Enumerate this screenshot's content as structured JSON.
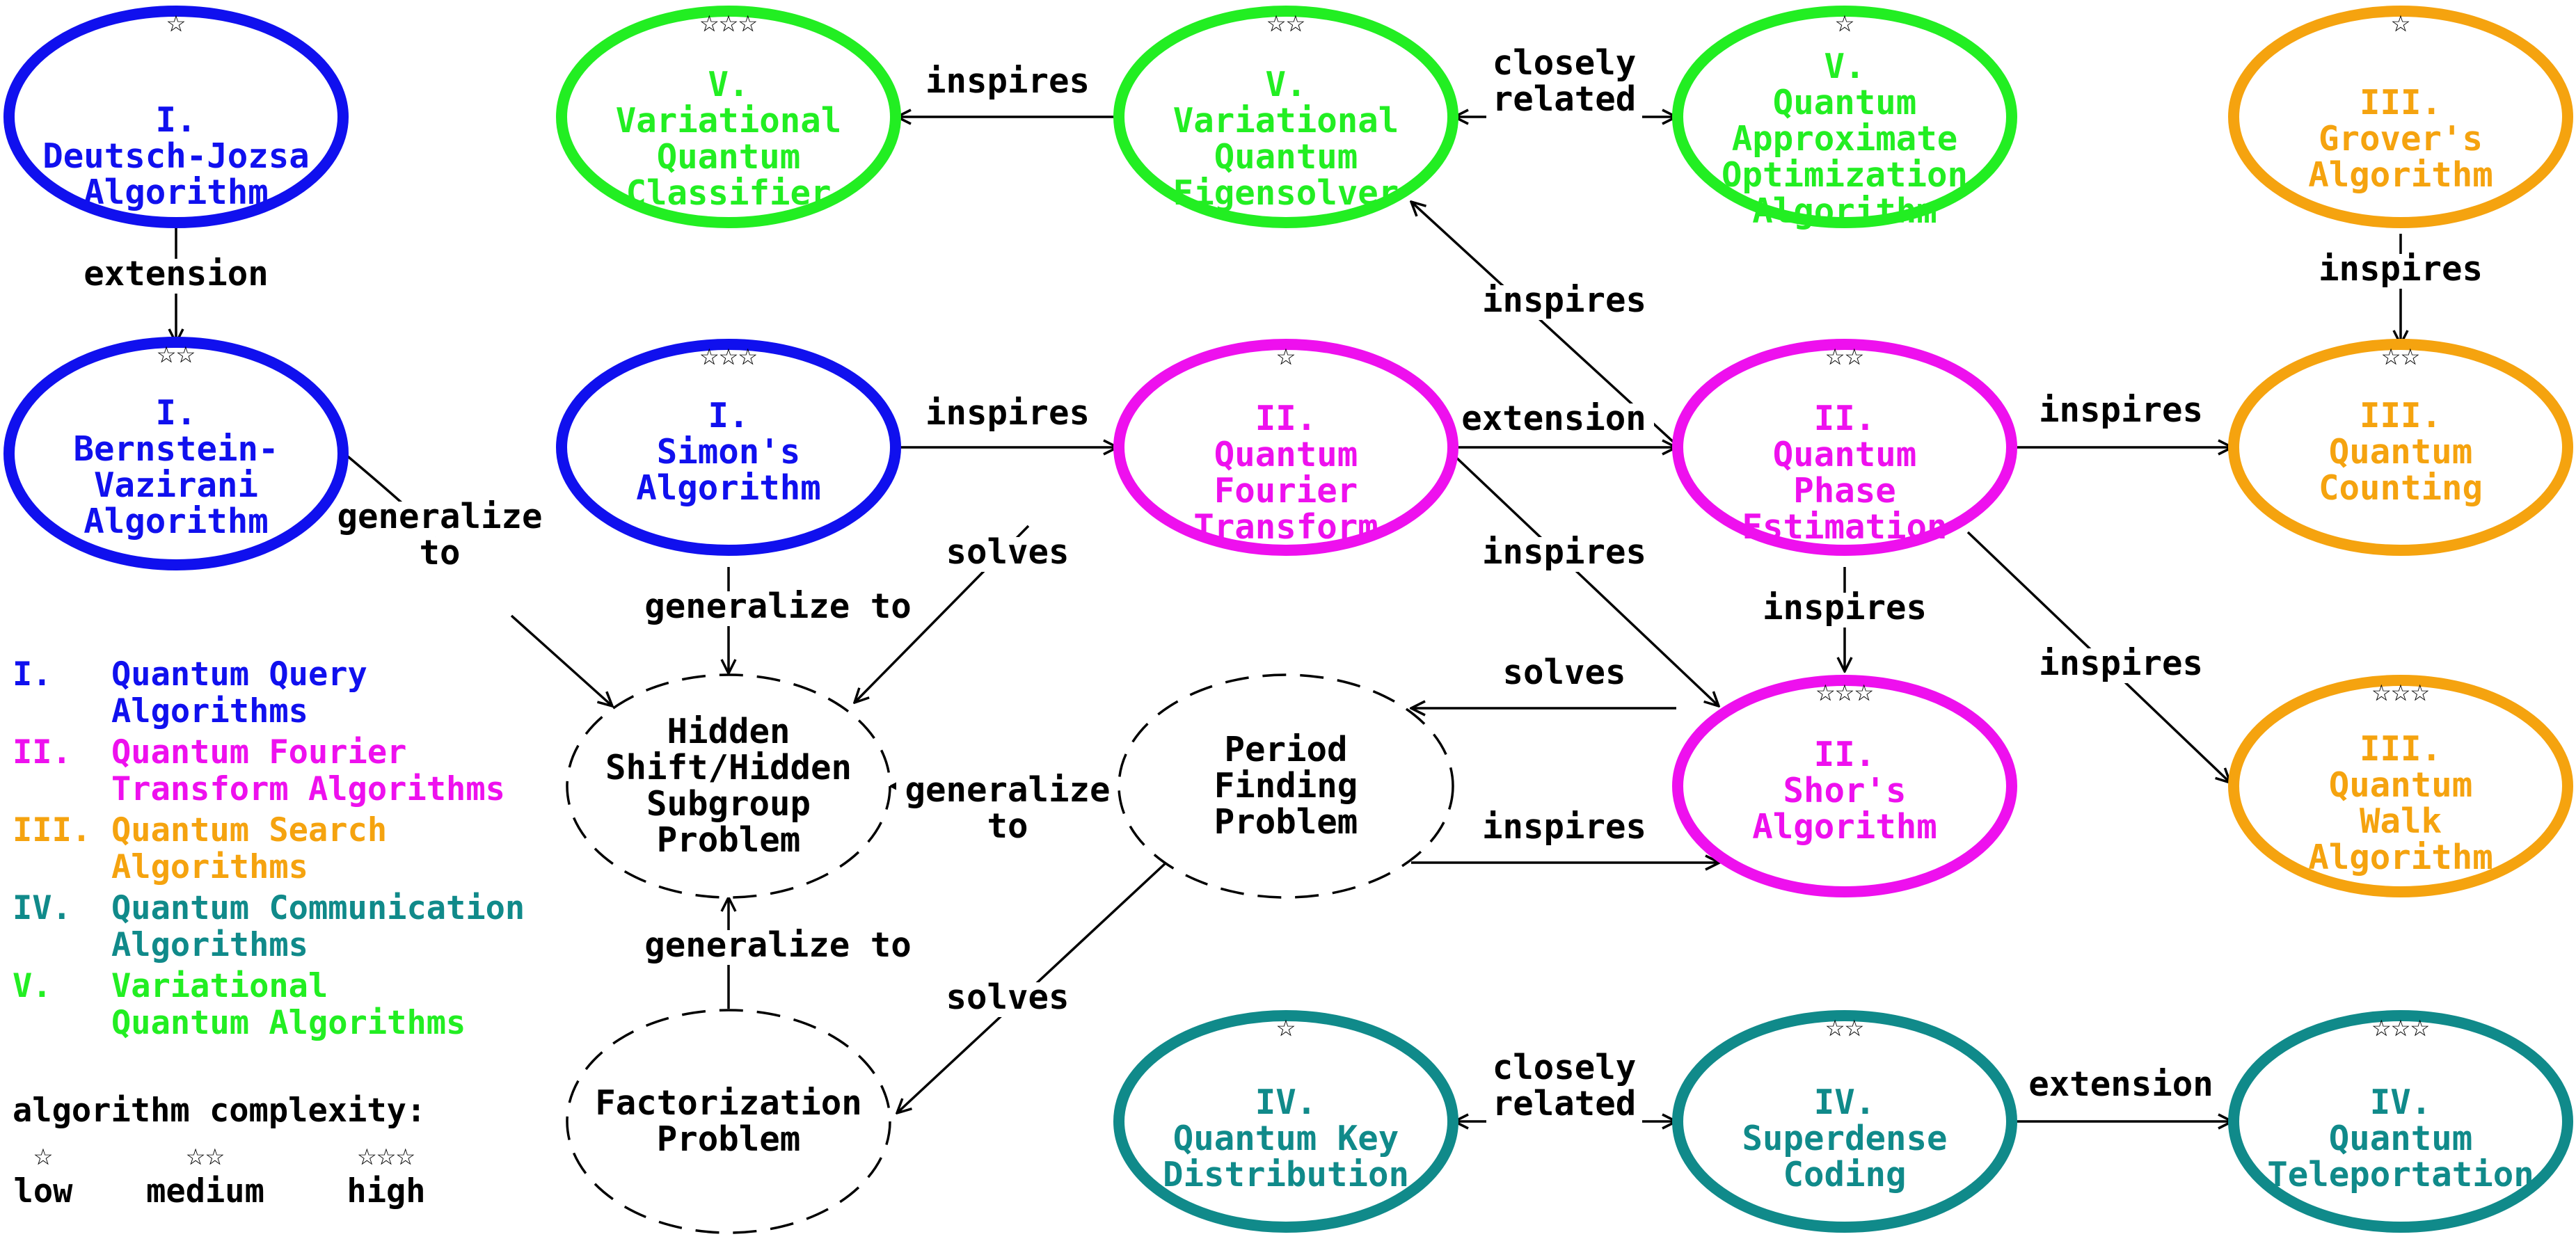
{
  "colors": {
    "I": "#1010ee",
    "II": "#ee10ee",
    "III": "#f5a30f",
    "IV": "#108a8a",
    "V": "#22ee22",
    "problem": "#000000"
  },
  "nodes": {
    "dj": {
      "lines": [
        "I.",
        "Deutsch-Jozsa",
        "Algorithm"
      ],
      "stars": "☆",
      "category": "I"
    },
    "bv": {
      "lines": [
        "I.",
        "Bernstein-",
        "Vazirani",
        "Algorithm"
      ],
      "stars": "☆☆",
      "category": "I"
    },
    "simon": {
      "lines": [
        "I.",
        "Simon's",
        "Algorithm"
      ],
      "stars": "☆☆☆",
      "category": "I"
    },
    "vqc": {
      "lines": [
        "V.",
        "Variational",
        "Quantum",
        "Classifier"
      ],
      "stars": "☆☆☆",
      "category": "V"
    },
    "vqe": {
      "lines": [
        "V.",
        "Variational",
        "Quantum",
        "Eigensolver"
      ],
      "stars": "☆☆",
      "category": "V"
    },
    "qaoa": {
      "lines": [
        "V.",
        "Quantum",
        "Approximate",
        "Optimization",
        "Algorithm"
      ],
      "stars": "☆",
      "category": "V"
    },
    "grover": {
      "lines": [
        "III.",
        "Grover's",
        "Algorithm"
      ],
      "stars": "☆",
      "category": "III"
    },
    "qft": {
      "lines": [
        "II.",
        "Quantum",
        "Fourier",
        "Transform"
      ],
      "stars": "☆",
      "category": "II"
    },
    "qpe": {
      "lines": [
        "II.",
        "Quantum",
        "Phase",
        "Estimation"
      ],
      "stars": "☆☆",
      "category": "II"
    },
    "qcount": {
      "lines": [
        "III.",
        "Quantum",
        "Counting"
      ],
      "stars": "☆☆",
      "category": "III"
    },
    "shor": {
      "lines": [
        "II.",
        "Shor's",
        "Algorithm"
      ],
      "stars": "☆☆☆",
      "category": "II"
    },
    "qwalk": {
      "lines": [
        "III.",
        "Quantum",
        "Walk",
        "Algorithm"
      ],
      "stars": "☆☆☆",
      "category": "III"
    },
    "hsp": {
      "lines": [
        "Hidden",
        "Shift/Hidden",
        "Subgroup",
        "Problem"
      ],
      "stars": "",
      "category": "problem"
    },
    "period": {
      "lines": [
        "Period",
        "Finding",
        "Problem"
      ],
      "stars": "",
      "category": "problem"
    },
    "factor": {
      "lines": [
        "Factorization",
        "Problem"
      ],
      "stars": "",
      "category": "problem"
    },
    "qkd": {
      "lines": [
        "IV.",
        "Quantum Key",
        "Distribution"
      ],
      "stars": "☆",
      "category": "IV"
    },
    "superdense": {
      "lines": [
        "IV.",
        "Superdense",
        "Coding"
      ],
      "stars": "☆☆",
      "category": "IV"
    },
    "teleport": {
      "lines": [
        "IV.",
        "Quantum",
        "Teleportation"
      ],
      "stars": "☆☆☆",
      "category": "IV"
    }
  },
  "edges": [
    {
      "id": "dj-bv",
      "lines": [
        "extension"
      ]
    },
    {
      "id": "vqe-vqc",
      "lines": [
        "inspires"
      ]
    },
    {
      "id": "vqe-qaoa",
      "lines": [
        "closely",
        "related"
      ]
    },
    {
      "id": "grover-qcount",
      "lines": [
        "inspires"
      ]
    },
    {
      "id": "qpe-vqe",
      "lines": [
        "inspires"
      ]
    },
    {
      "id": "simon-qft",
      "lines": [
        "inspires"
      ]
    },
    {
      "id": "qft-qpe",
      "lines": [
        "extension"
      ]
    },
    {
      "id": "qpe-qcount",
      "lines": [
        "inspires"
      ]
    },
    {
      "id": "bv-hsp",
      "lines": [
        "generalize",
        "to"
      ]
    },
    {
      "id": "qft-hsp",
      "lines": [
        "solves"
      ]
    },
    {
      "id": "qft-shor",
      "lines": [
        "inspires"
      ]
    },
    {
      "id": "simon-hsp",
      "lines": [
        "generalize to"
      ]
    },
    {
      "id": "qpe-shor",
      "lines": [
        "inspires"
      ]
    },
    {
      "id": "qpe-qwalk",
      "lines": [
        "inspires"
      ]
    },
    {
      "id": "shor-period",
      "lines": [
        "solves"
      ]
    },
    {
      "id": "period-hsp",
      "lines": [
        "generalize",
        "to"
      ]
    },
    {
      "id": "period-shor",
      "lines": [
        "inspires"
      ]
    },
    {
      "id": "factor-hsp",
      "lines": [
        "generalize to"
      ]
    },
    {
      "id": "period-factor",
      "lines": [
        "solves"
      ]
    },
    {
      "id": "qkd-superdense",
      "lines": [
        "closely",
        "related"
      ]
    },
    {
      "id": "superdense-teleport",
      "lines": [
        "extension"
      ]
    }
  ],
  "legend": {
    "items": [
      {
        "numeral": "I.",
        "lines": [
          "Quantum Query",
          "Algorithms"
        ],
        "category": "I"
      },
      {
        "numeral": "II.",
        "lines": [
          "Quantum Fourier",
          "Transform Algorithms"
        ],
        "category": "II"
      },
      {
        "numeral": "III.",
        "lines": [
          "Quantum Search",
          "Algorithms"
        ],
        "category": "III"
      },
      {
        "numeral": "IV.",
        "lines": [
          "Quantum Communication",
          "Algorithms"
        ],
        "category": "IV"
      },
      {
        "numeral": "V.",
        "lines": [
          "Variational",
          "Quantum Algorithms"
        ],
        "category": "V"
      }
    ],
    "complexity_title": "algorithm complexity:",
    "complexity": [
      {
        "stars": "☆",
        "label": "low"
      },
      {
        "stars": "☆☆",
        "label": "medium"
      },
      {
        "stars": "☆☆☆",
        "label": "high"
      }
    ]
  }
}
